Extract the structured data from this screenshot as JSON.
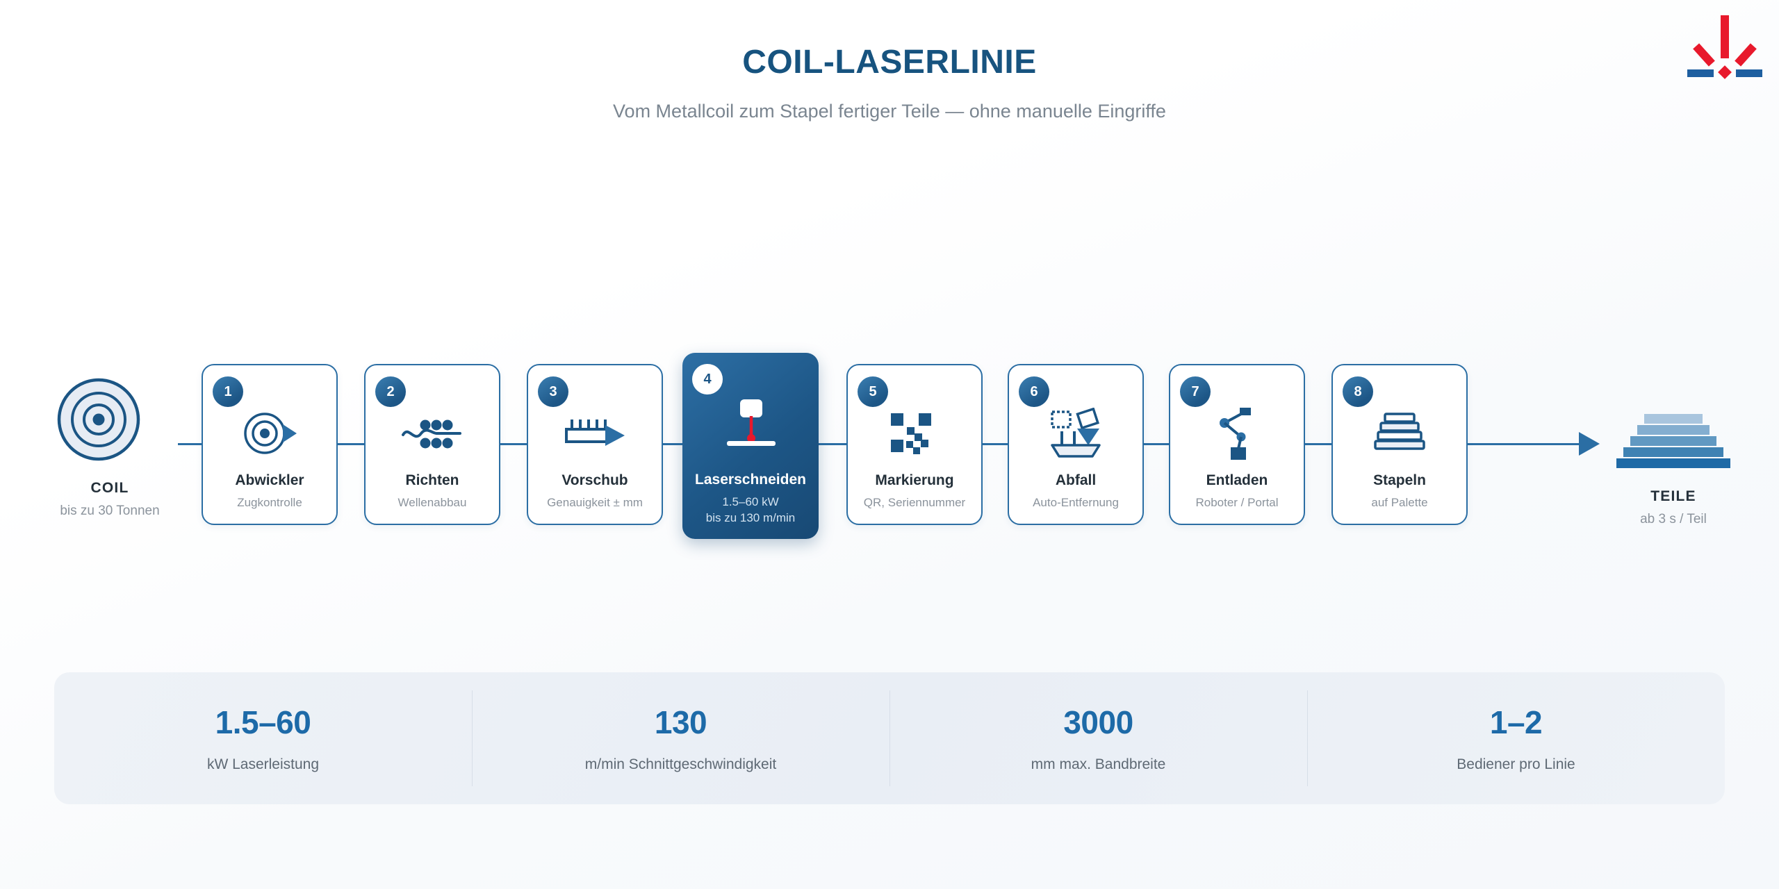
{
  "header": {
    "title": "COIL-LASERLINIE",
    "subtitle": "Vom Metallcoil zum Stapel fertiger Teile — ohne manuelle Eingriffe"
  },
  "logo": {
    "name": "laser-beam-logo"
  },
  "flow": {
    "source": {
      "icon": "coil-icon",
      "label": "COIL",
      "sub": "bis zu 30 Tonnen"
    },
    "steps": [
      {
        "number": "1",
        "icon": "uncoiler-icon",
        "title": "Abwickler",
        "sub": "Zugkontrolle",
        "sub2": "",
        "active": false
      },
      {
        "number": "2",
        "icon": "leveler-icon",
        "title": "Richten",
        "sub": "Wellenabbau",
        "sub2": "",
        "active": false
      },
      {
        "number": "3",
        "icon": "feeder-icon",
        "title": "Vorschub",
        "sub": "Genauigkeit ± mm",
        "sub2": "",
        "active": false
      },
      {
        "number": "4",
        "icon": "laser-head-icon",
        "title": "Laserschneiden",
        "sub": "1.5–60 kW",
        "sub2": "bis zu 130 m/min",
        "active": true
      },
      {
        "number": "5",
        "icon": "qr-code-icon",
        "title": "Markierung",
        "sub": "QR, Seriennummer",
        "sub2": "",
        "active": false
      },
      {
        "number": "6",
        "icon": "scrap-bin-icon",
        "title": "Abfall",
        "sub": "Auto-Entfernung",
        "sub2": "",
        "active": false
      },
      {
        "number": "7",
        "icon": "robot-arm-icon",
        "title": "Entladen",
        "sub": "Roboter / Portal",
        "sub2": "",
        "active": false
      },
      {
        "number": "8",
        "icon": "stack-icon",
        "title": "Stapeln",
        "sub": "auf Palette",
        "sub2": "",
        "active": false
      }
    ],
    "output": {
      "icon": "parts-stack-icon",
      "label": "TEILE",
      "sub": "ab 3 s / Teil"
    }
  },
  "stats": [
    {
      "value": "1.5–60",
      "label": "kW Laserleistung"
    },
    {
      "value": "130",
      "label": "m/min Schnittgeschwindigkeit"
    },
    {
      "value": "3000",
      "label": "mm max. Bandbreite"
    },
    {
      "value": "1–2",
      "label": "Bediener pro Linie"
    }
  ],
  "colors": {
    "accent": "#1d6aa8",
    "accent_dark": "#17537f",
    "rail": "#2b6ea4",
    "laser_red": "#e8192c",
    "text_dark": "#24303a",
    "text_muted": "#8b939c",
    "coil_fill": "#e6ecf4",
    "stat_bg": "#eef2f7"
  }
}
